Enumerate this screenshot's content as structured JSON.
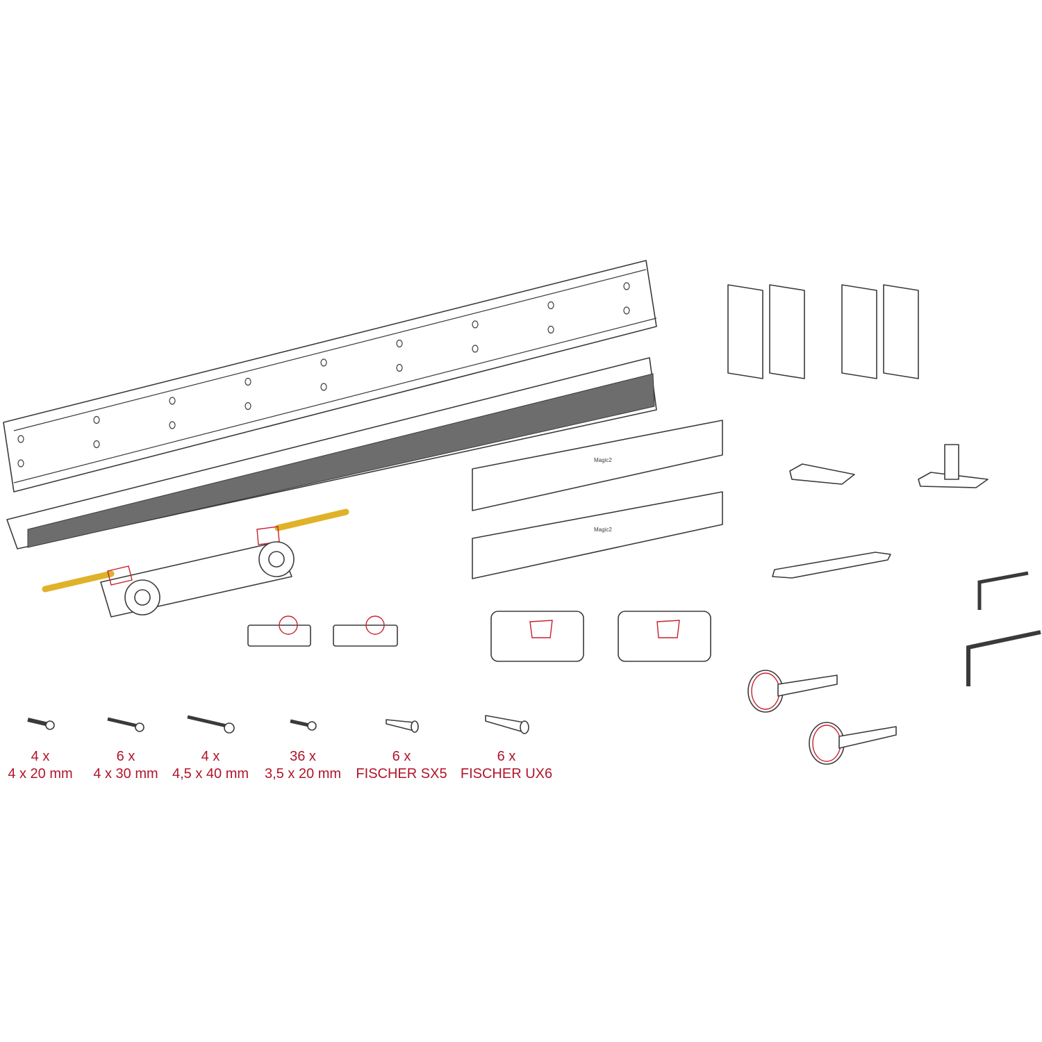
{
  "diagram": {
    "logo_text": "Magic2",
    "colors": {
      "label": "#b0152a",
      "line": "#3a3a3a",
      "rod": "#e0b229",
      "accent": "#c8202f"
    },
    "fasteners": [
      {
        "qty": "4 x",
        "spec": "4 x 20 mm"
      },
      {
        "qty": "6 x",
        "spec": "4 x 30 mm"
      },
      {
        "qty": "4 x",
        "spec": "4,5 x 40 mm"
      },
      {
        "qty": "36 x",
        "spec": "3,5 x 20 mm"
      },
      {
        "qty": "6 x",
        "spec": "FISCHER SX5"
      },
      {
        "qty": "6 x",
        "spec": "FISCHER UX6"
      }
    ]
  }
}
